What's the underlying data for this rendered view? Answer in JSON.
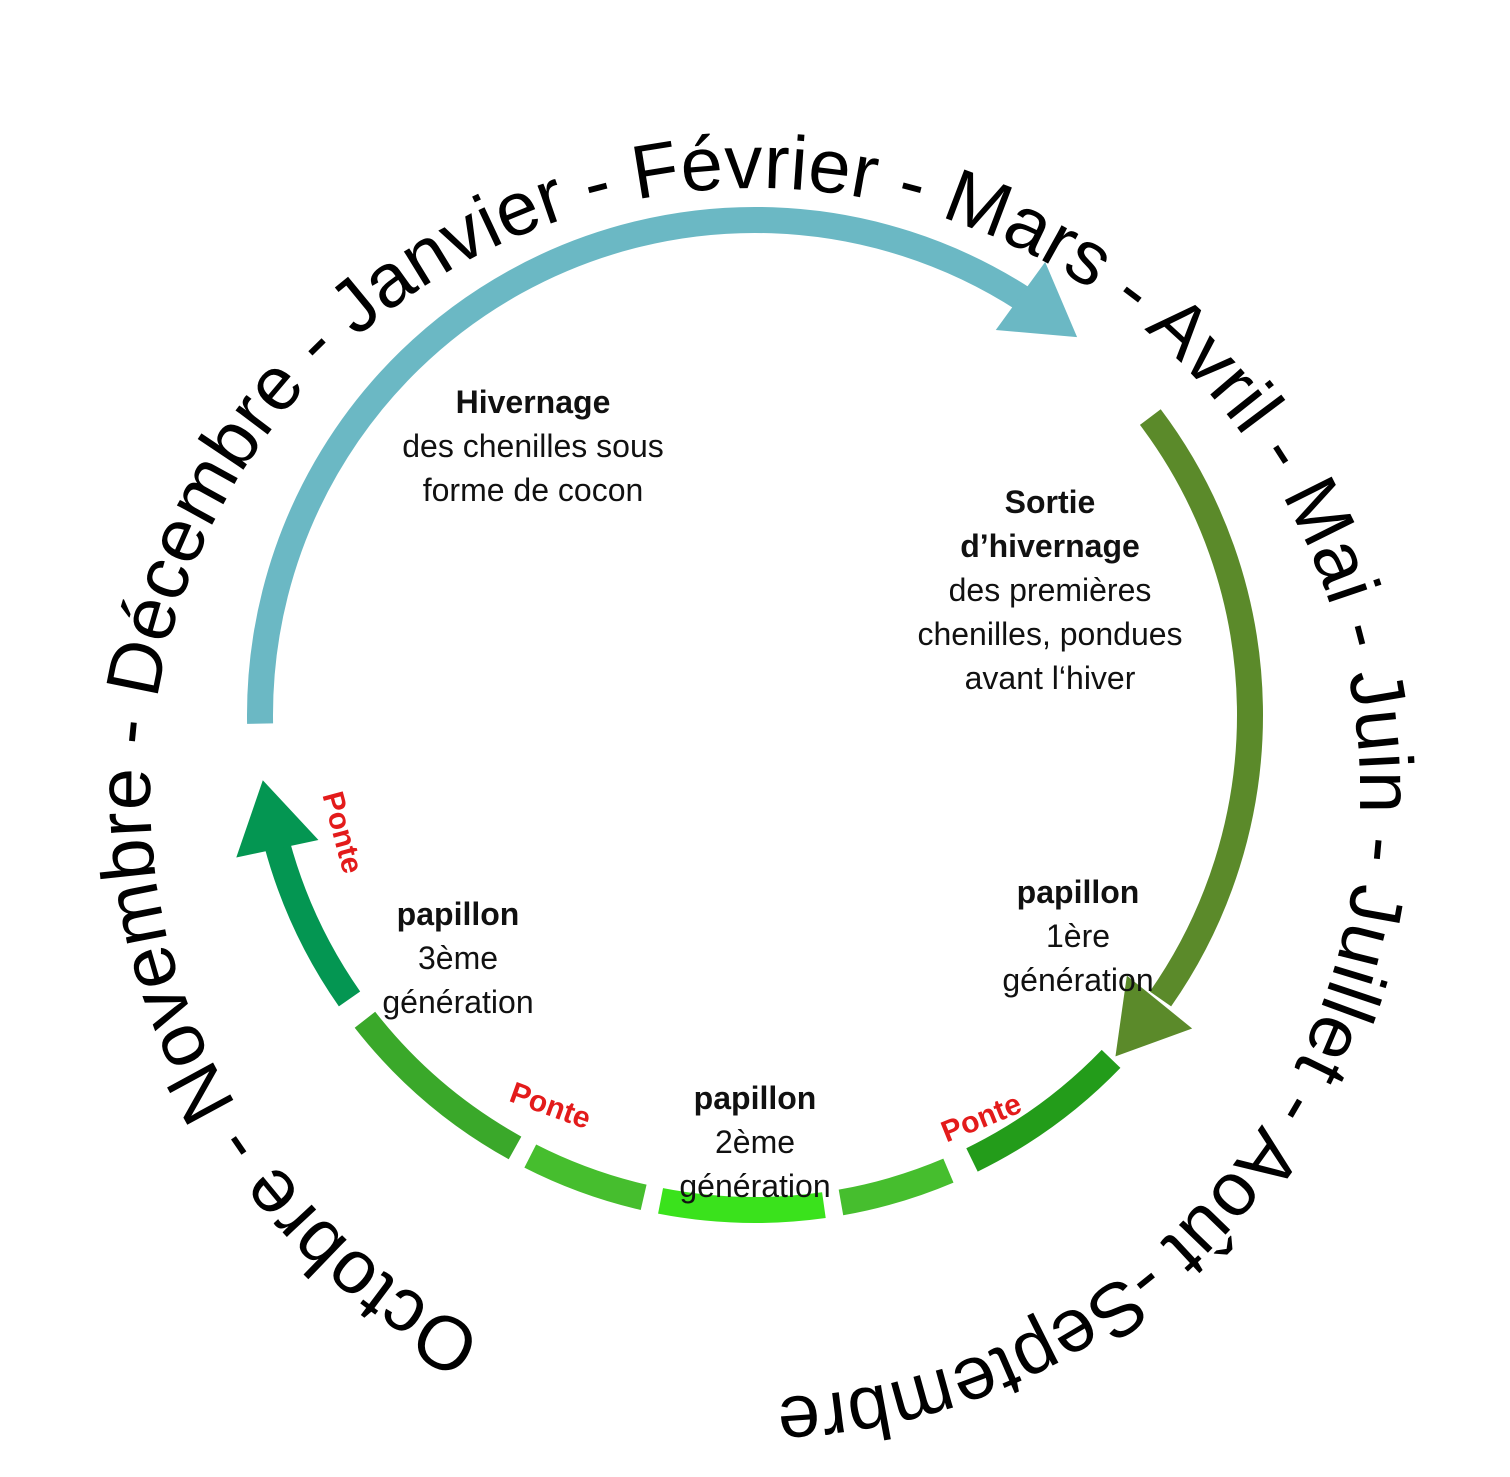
{
  "ring_text": "Octobre - Novembre - Décembre - Janvier - Février - Mars - Avril - Mai - Juin - Juillet - Août -Septembre -",
  "colors": {
    "winter": "#6bb8c4",
    "spring": "#5b8a2a",
    "gen1": "#239c1a",
    "gen_mid": "#46be2e",
    "gen2": "#3ae21c",
    "gen3": "#3aa82a",
    "return": "#049652",
    "ponte": "#e31b1b"
  },
  "phases": {
    "hivernage": {
      "title": "Hivernage",
      "lines": [
        "des chenilles sous",
        "forme de cocon"
      ]
    },
    "sortie": {
      "title_1": "Sortie",
      "title_2": "d’hivernage",
      "lines": [
        "des premières",
        "chenilles, pondues",
        "avant l‘hiver"
      ]
    },
    "gen1": {
      "title": "papillon",
      "lines": [
        "1ère",
        "génération"
      ]
    },
    "gen2": {
      "title": "papillon",
      "lines": [
        "2ème",
        "génération"
      ]
    },
    "gen3": {
      "title": "papillon",
      "lines": [
        "3ème",
        "génération"
      ]
    }
  },
  "ponte_label": "Ponte"
}
